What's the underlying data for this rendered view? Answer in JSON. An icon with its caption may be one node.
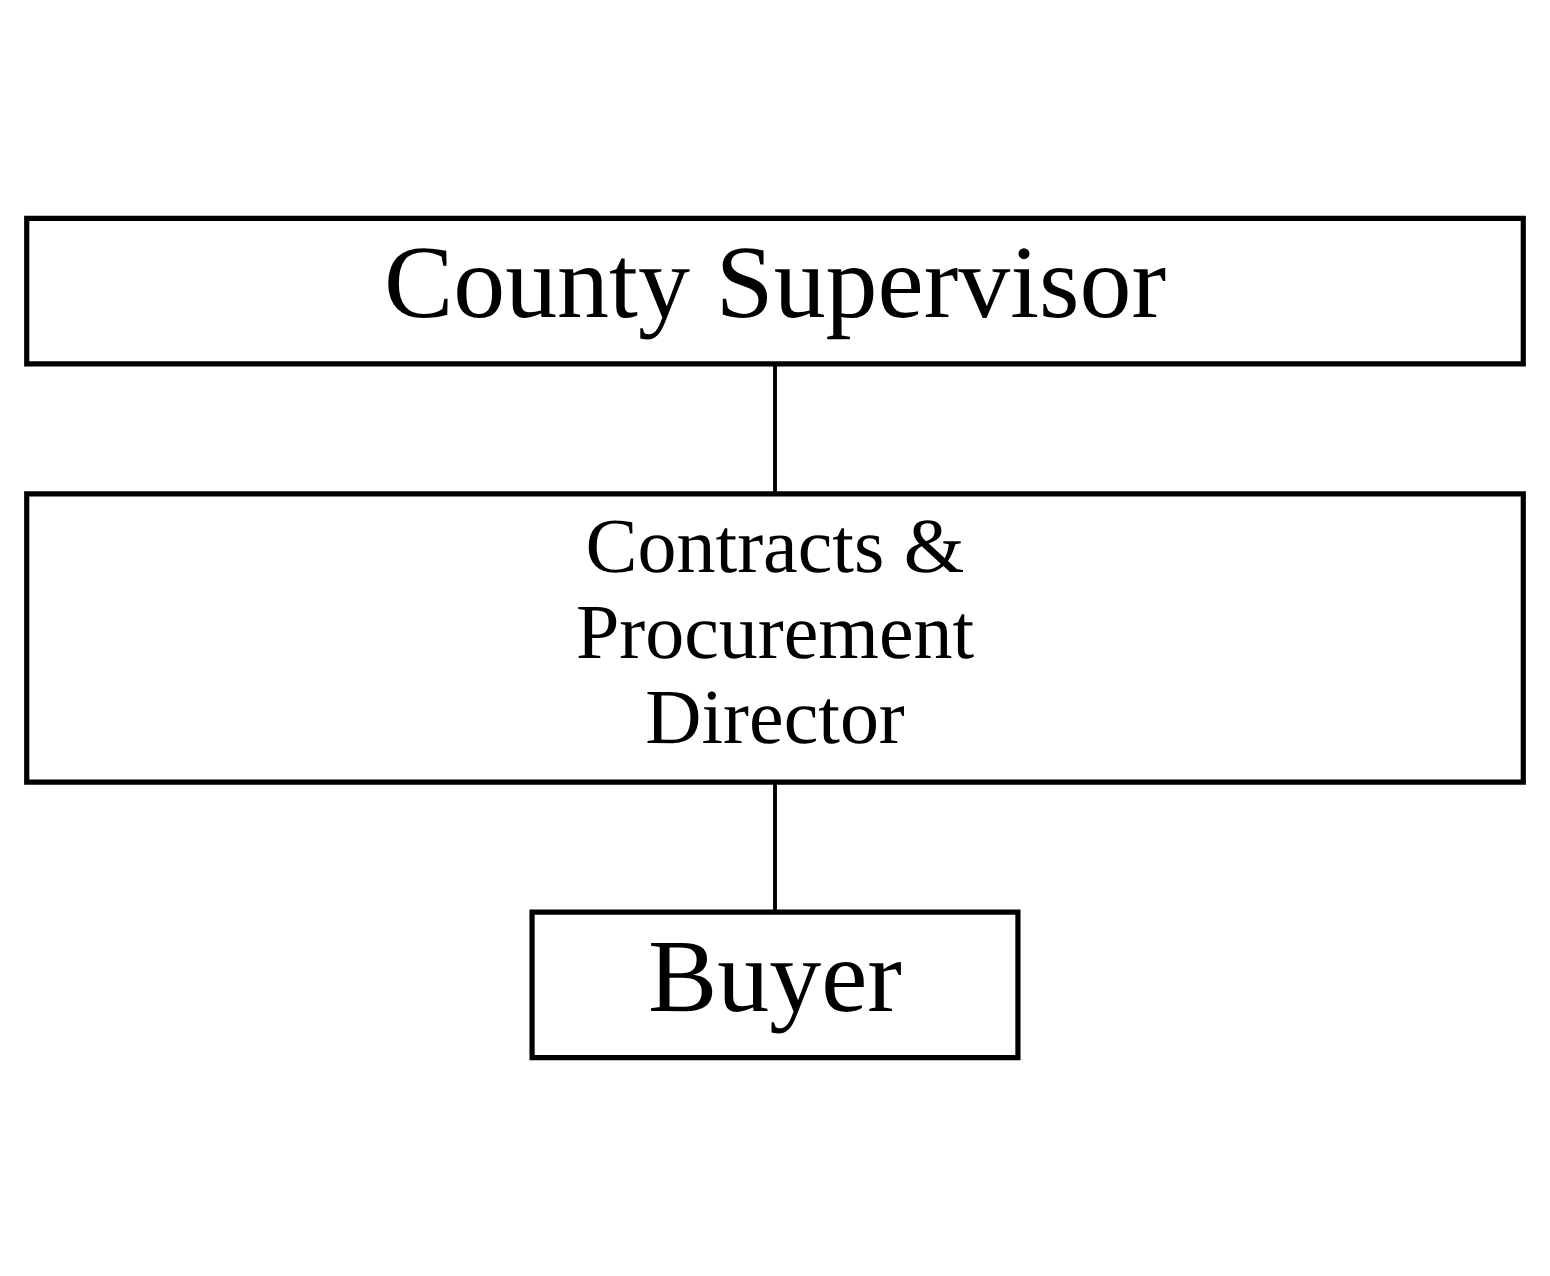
{
  "diagram": {
    "nodes": [
      {
        "text": [
          "County Supervisor"
        ]
      },
      {
        "text": [
          "Contracts & Procurement Director"
        ]
      },
      {
        "text": [
          "Buyer"
        ]
      }
    ],
    "edges": [
      {
        "from": 0,
        "to": 1,
        "arrow": "none"
      },
      {
        "from": 1,
        "to": 2,
        "arrow": "none"
      }
    ]
  }
}
